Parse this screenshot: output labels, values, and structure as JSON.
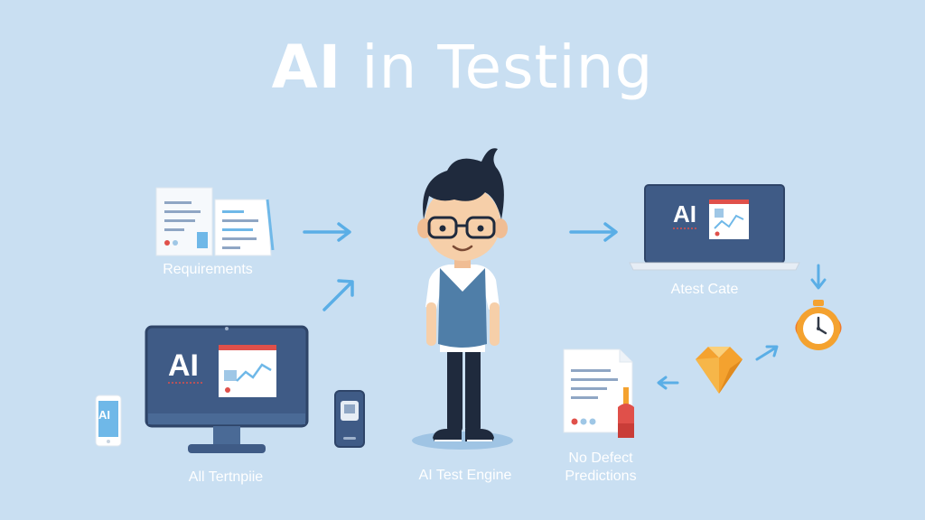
{
  "title": {
    "bold": "AI",
    "rest": " in Testing"
  },
  "labels": {
    "requirements": "Requirements",
    "ai_engine": "AI Test Engine",
    "test_cases": "Atest Cate",
    "defects_line1": "No Defect",
    "defects_line2": "Predictions",
    "all_techniques": "All Tertnpiie"
  },
  "screens": {
    "monitor_text": "AI",
    "laptop_text": "AI",
    "phone_text": "AI"
  },
  "colors": {
    "background": "#c9dff2",
    "arrow": "#5aaee6",
    "screen_dark": "#3f5b86",
    "accent_red": "#e0504a",
    "accent_orange": "#f4a22f"
  }
}
